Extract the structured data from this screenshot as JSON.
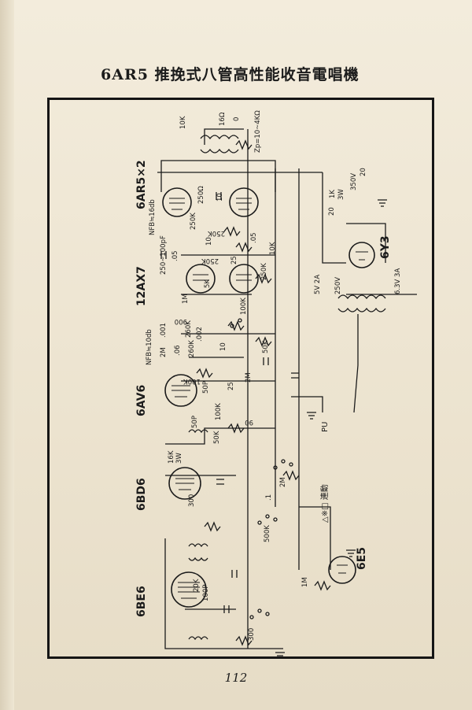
{
  "title": "6AR5 推挽式八管高性能收音電唱機",
  "page_number": "112",
  "tubes": {
    "output": "6AR5×2",
    "driver": "12AX7",
    "audio": "6AV6",
    "if_amp": "6BD6",
    "converter": "6BE6",
    "indicator": "6E5",
    "rectifier": "6Y3"
  },
  "labels": {
    "nfb_top": "NFB≒16db",
    "nfb_mid": "NFB≒10db",
    "speaker": "Zp=10~4KΩ",
    "spk_16": "16Ω",
    "spk_zero": "0",
    "r10k": "10K",
    "r250ohm": "250Ω",
    "c_10": "10",
    "r250k_a": "250K",
    "r250k_b": "250K",
    "c_05a": ".05",
    "c_05b": ".05",
    "c_250_100p": "250~100pF",
    "r250k_c": "250K",
    "c_10b": "10",
    "r10k_b": "10K",
    "r25": "25",
    "r250k_d": "250K",
    "r5k": "5K",
    "r1m": "1M",
    "r100k": "100K",
    "c_900": "900",
    "c_001": ".001",
    "r260k": "260K",
    "c_002": ".002",
    "r2m": "2M",
    "c_06": ".06",
    "r260k_b": "260K",
    "c_10c": "10",
    "r50k": "50K",
    "r100k_b": "100K",
    "c_25": "25",
    "r2m_b": "2M",
    "c_50p": "50P",
    "r100k_c": "100K",
    "c_90": "90",
    "c_50p_b": "50P",
    "r50k_b": "50K",
    "r16k": "16K",
    "r3w": "3W",
    "r300": "300",
    "r2m_c": "2M",
    "c_1": ".1",
    "r500k": "500K",
    "r20k": "20K",
    "c_100p": "100P",
    "r1m_b": "1M",
    "r300_b": "300",
    "v350": "350V",
    "c_20": "20",
    "r1k": "1K",
    "r3w_b": "3W",
    "c_20b": "20",
    "v5_2a": "5V 2A",
    "v250": "250V",
    "v63_3a": "6.3V 3A",
    "pu": "PU",
    "legend": "△※□ 連動"
  },
  "colors": {
    "ink": "#1b1b1b",
    "paper": "#efe8d8"
  }
}
